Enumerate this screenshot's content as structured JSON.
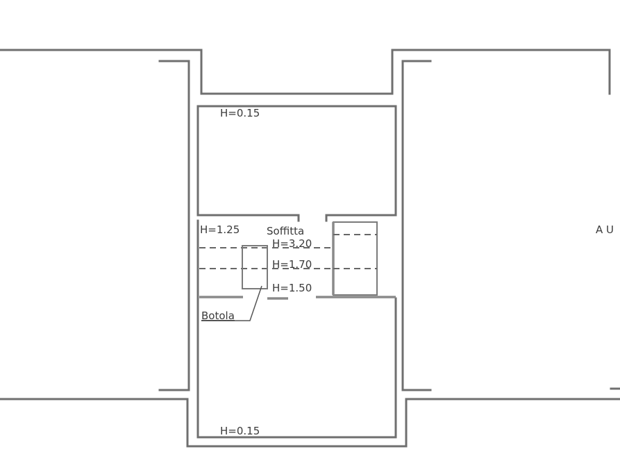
{
  "labels": {
    "height_top": "H=0.15",
    "height_left": "H=1.25",
    "soffitta": "Soffitta",
    "h_320": "H=3.20",
    "h_170": "H=1.70",
    "h_150": "H=1.50",
    "botola": "Botola",
    "height_bottom": "H=0.15",
    "right_room": "A U",
    "left_room": ""
  },
  "colors": {
    "wall": "#6f6f6f",
    "text": "#3a3a3a",
    "background": "#ffffff"
  }
}
